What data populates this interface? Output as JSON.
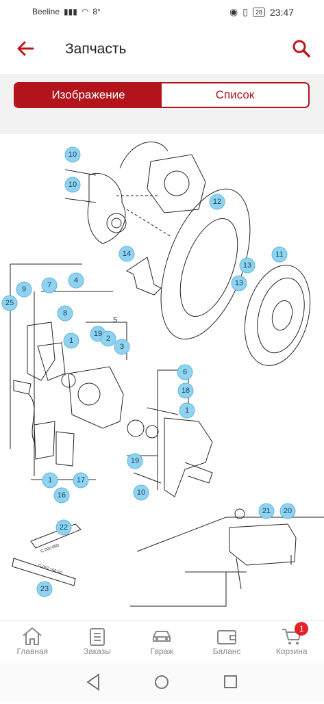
{
  "status": {
    "carrier": "Beeline",
    "temp": "8°",
    "battery": "28",
    "time": "23:47"
  },
  "appbar": {
    "title": "Запчасть"
  },
  "tabs": [
    {
      "label": "Изображение"
    },
    {
      "label": "Список"
    }
  ],
  "diagram": {
    "callouts": [
      "10",
      "10",
      "12",
      "14",
      "13",
      "13",
      "11",
      "4",
      "7",
      "9",
      "8",
      "25",
      "19",
      "2",
      "3",
      "1",
      "5",
      "6",
      "18",
      "1",
      "19",
      "10",
      "1",
      "16",
      "17",
      "22",
      "23",
      "21",
      "20"
    ],
    "section_label": "5",
    "tube_labels": [
      "G 000 650",
      "G 052 150 A2"
    ]
  },
  "nav": [
    {
      "label": "Главная",
      "icon": "home-icon"
    },
    {
      "label": "Заказы",
      "icon": "clipboard-icon"
    },
    {
      "label": "Гараж",
      "icon": "car-icon"
    },
    {
      "label": "Баланс",
      "icon": "wallet-icon"
    },
    {
      "label": "Корзина",
      "icon": "cart-icon",
      "badge": "1"
    }
  ]
}
